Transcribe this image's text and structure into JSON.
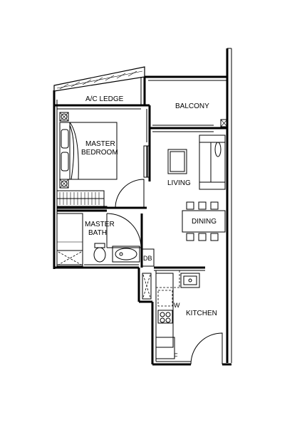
{
  "rooms": {
    "ac_ledge": "A/C LEDGE",
    "balcony": "BALCONY",
    "master_bedroom_line1": "MASTER",
    "master_bedroom_line2": "BEDROOM",
    "living": "LIVING",
    "dining": "DINING",
    "master_bath_line1": "MASTER",
    "master_bath_line2": "BATH",
    "db": "DB",
    "kitchen": "KITCHEN"
  },
  "marks": {
    "washer": "W",
    "fridge": "F"
  }
}
